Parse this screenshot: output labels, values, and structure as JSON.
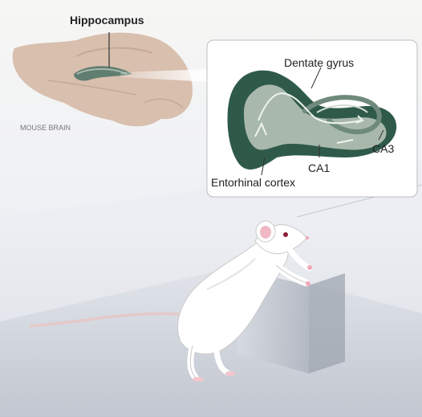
{
  "labels": {
    "hippocampus": "Hippocampus",
    "mouse_brain": "MOUSE BRAIN",
    "dentate_gyrus": "Dentate gyrus",
    "ca1": "CA1",
    "ca3": "CA3",
    "entorhinal_cortex": "Entorhinal cortex"
  },
  "colors": {
    "background": "#f3f3f1",
    "brain": "#d8bfae",
    "hippocampus_dark": "#2f5a4a",
    "hippocampus_light": "#a9b8ac",
    "mouse_body": "#ffffff",
    "mouse_ear": "#f0b8c4",
    "inset_border": "#bcbcbc"
  }
}
